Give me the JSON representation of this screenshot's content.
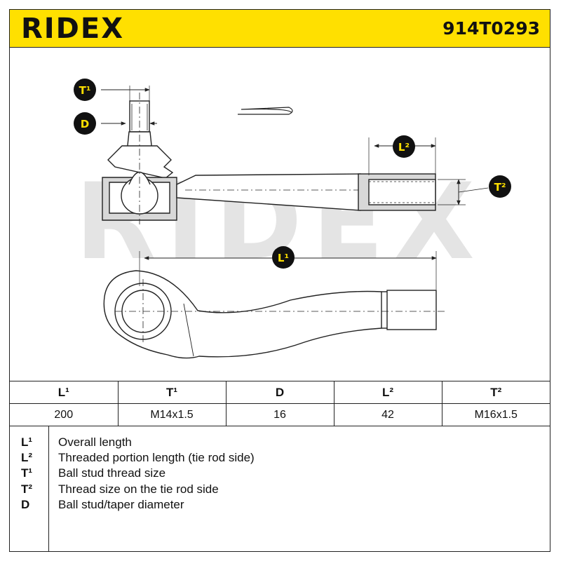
{
  "header": {
    "brand": "RIDEX",
    "part_number": "914T0293",
    "accent_color": "#ffe000"
  },
  "drawing": {
    "watermark": "RIDEX",
    "callouts": {
      "t1": "T¹",
      "d": "D",
      "l2": "L²",
      "t2": "T²",
      "l1": "L¹"
    }
  },
  "table": {
    "headers": [
      "L¹",
      "T¹",
      "D",
      "L²",
      "T²"
    ],
    "values": [
      "200",
      "M14x1.5",
      "16",
      "42",
      "M16x1.5"
    ]
  },
  "legend": [
    {
      "symbol": "L¹",
      "text": "Overall length"
    },
    {
      "symbol": "L²",
      "text": "Threaded portion length (tie rod side)"
    },
    {
      "symbol": "T¹",
      "text": "Ball stud thread size"
    },
    {
      "symbol": "T²",
      "text": "Thread size on the tie rod side"
    },
    {
      "symbol": "D",
      "text": "Ball stud/taper diameter"
    }
  ]
}
